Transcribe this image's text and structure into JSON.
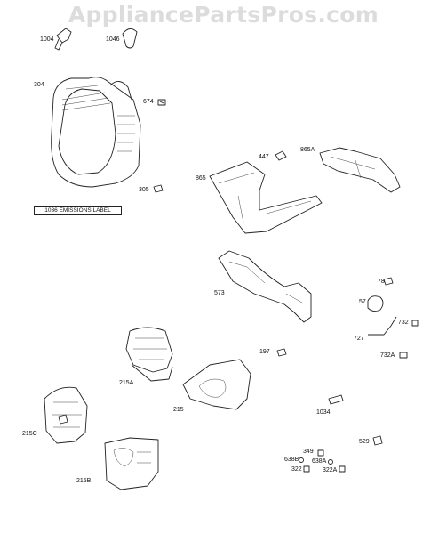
{
  "watermark": "AppliancePartsPros.com",
  "emissions_label": "1036 EMISSIONS LABEL",
  "callouts": {
    "p1004": "1004",
    "p1046": "1046",
    "p304": "304",
    "p674": "674",
    "p305": "305",
    "p447": "447",
    "p865A": "865A",
    "p865": "865",
    "p573": "573",
    "p78": "78",
    "p57": "57",
    "p732": "732",
    "p727": "727",
    "p732A": "732A",
    "p197": "197",
    "p215A": "215A",
    "p215": "215",
    "p1034": "1034",
    "p215C": "215C",
    "p529": "529",
    "p349": "349",
    "p638B": "638B",
    "p638A": "638A",
    "p322": "322",
    "p322A": "322A",
    "p215B": "215B"
  }
}
